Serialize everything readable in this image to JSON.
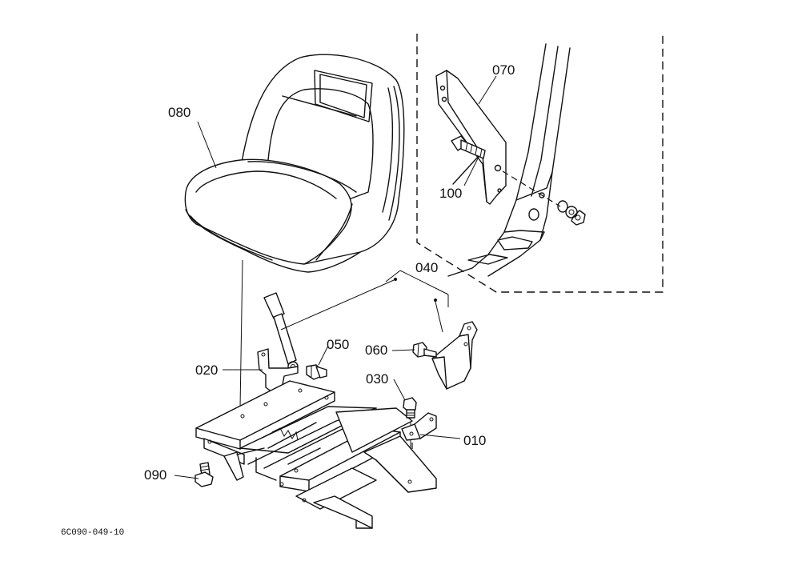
{
  "callouts": {
    "p010": "010",
    "p020": "020",
    "p030": "030",
    "p040": "040",
    "p050": "050",
    "p060": "060",
    "p070": "070",
    "p080": "080",
    "p090": "090",
    "p100": "100"
  },
  "figure_code": "6C090-049-10"
}
